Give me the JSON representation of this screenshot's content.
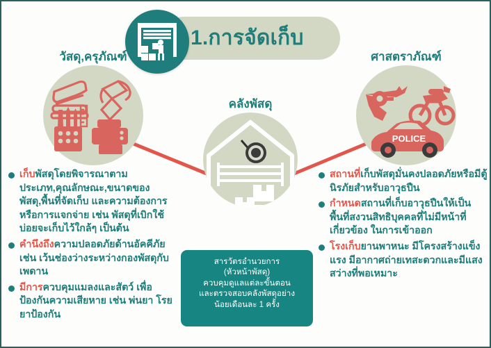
{
  "header": {
    "title": "1.การจัดเก็บ",
    "icon": "warehouse-worker-icon"
  },
  "categories": {
    "left": {
      "label": "วัสดุ,ครุภัณฑ์",
      "icons": [
        "stapler-icon",
        "binder-clip-icon",
        "pen-holder-icon",
        "printer-icon"
      ]
    },
    "center": {
      "label": "คลังพัสดุ",
      "icons": [
        "warehouse-icon",
        "police-emblem-icon",
        "boxes-icon"
      ]
    },
    "right": {
      "label": "ศาสตราภัณฑ์",
      "icons": [
        "revolver-icon",
        "motorcycle-icon",
        "police-car-icon"
      ],
      "car_badge": "POLICE"
    }
  },
  "left_column": {
    "bullets": [
      {
        "highlight": "เก็บ",
        "text": "พัสดุโดยพิจารณาตามประเภท,คุณลักษณะ,ขนาดของพัสดุ,พื้นที่จัดเก็บ และความต้องการหรือการแจกจ่าย เช่น พัสดุที่เบิกใช้บ่อยจะเก็บไว้ใกล้ๆ เป็นต้น"
      },
      {
        "highlight": "คำนึงถึง",
        "text": "ความปลอดภัยด้านอัคคีภัย เช่น เว้นช่องว่างระหว่างกองพัสดุกับเพดาน"
      },
      {
        "highlight": "มีการ",
        "text": "ควบคุมแมลงและสัตว์ เพื่อป้องกันความเสียหาย เช่น พ่นยา โรยยาป้องกัน"
      }
    ]
  },
  "right_column": {
    "bullets": [
      {
        "highlight": "สถานที่",
        "text": "เก็บพัสดุมั่นคงปลอดภัยหรือมีตู้นิรภัยสำหรับอาวุธปืน"
      },
      {
        "highlight": "กำหนด",
        "text": "สถานที่เก็บอาวุธปืนให้เป็นพื้นที่สงวนสิทธิบุคคลที่ไม่มีหน้าที่เกี่ยวข้อง ในการเข้าออก"
      },
      {
        "highlight": "โรงเก็บ",
        "text": "ยานพาหนะ มีโครงสร้างแข็งแรง มีอากาศถ่ายเทสะดวกและมีแสงสว่างที่พอเหมาะ"
      }
    ]
  },
  "note_box": {
    "line1": "สารวัตรอำนวยการ",
    "line2": "(หัวหน้าพัสดุ)",
    "line3": "ควบคุมดูแลแต่ละขั้นตอน",
    "line4": "และตรวจสอบคลังพัสดุอย่าง",
    "line5": "น้อยเดือนละ 1 ครั้ง"
  },
  "colors": {
    "teal": "#1f7d7a",
    "teal_dark": "#178581",
    "sage": "#d3d8c4",
    "salmon": "#e2574c",
    "white": "#ffffff"
  }
}
